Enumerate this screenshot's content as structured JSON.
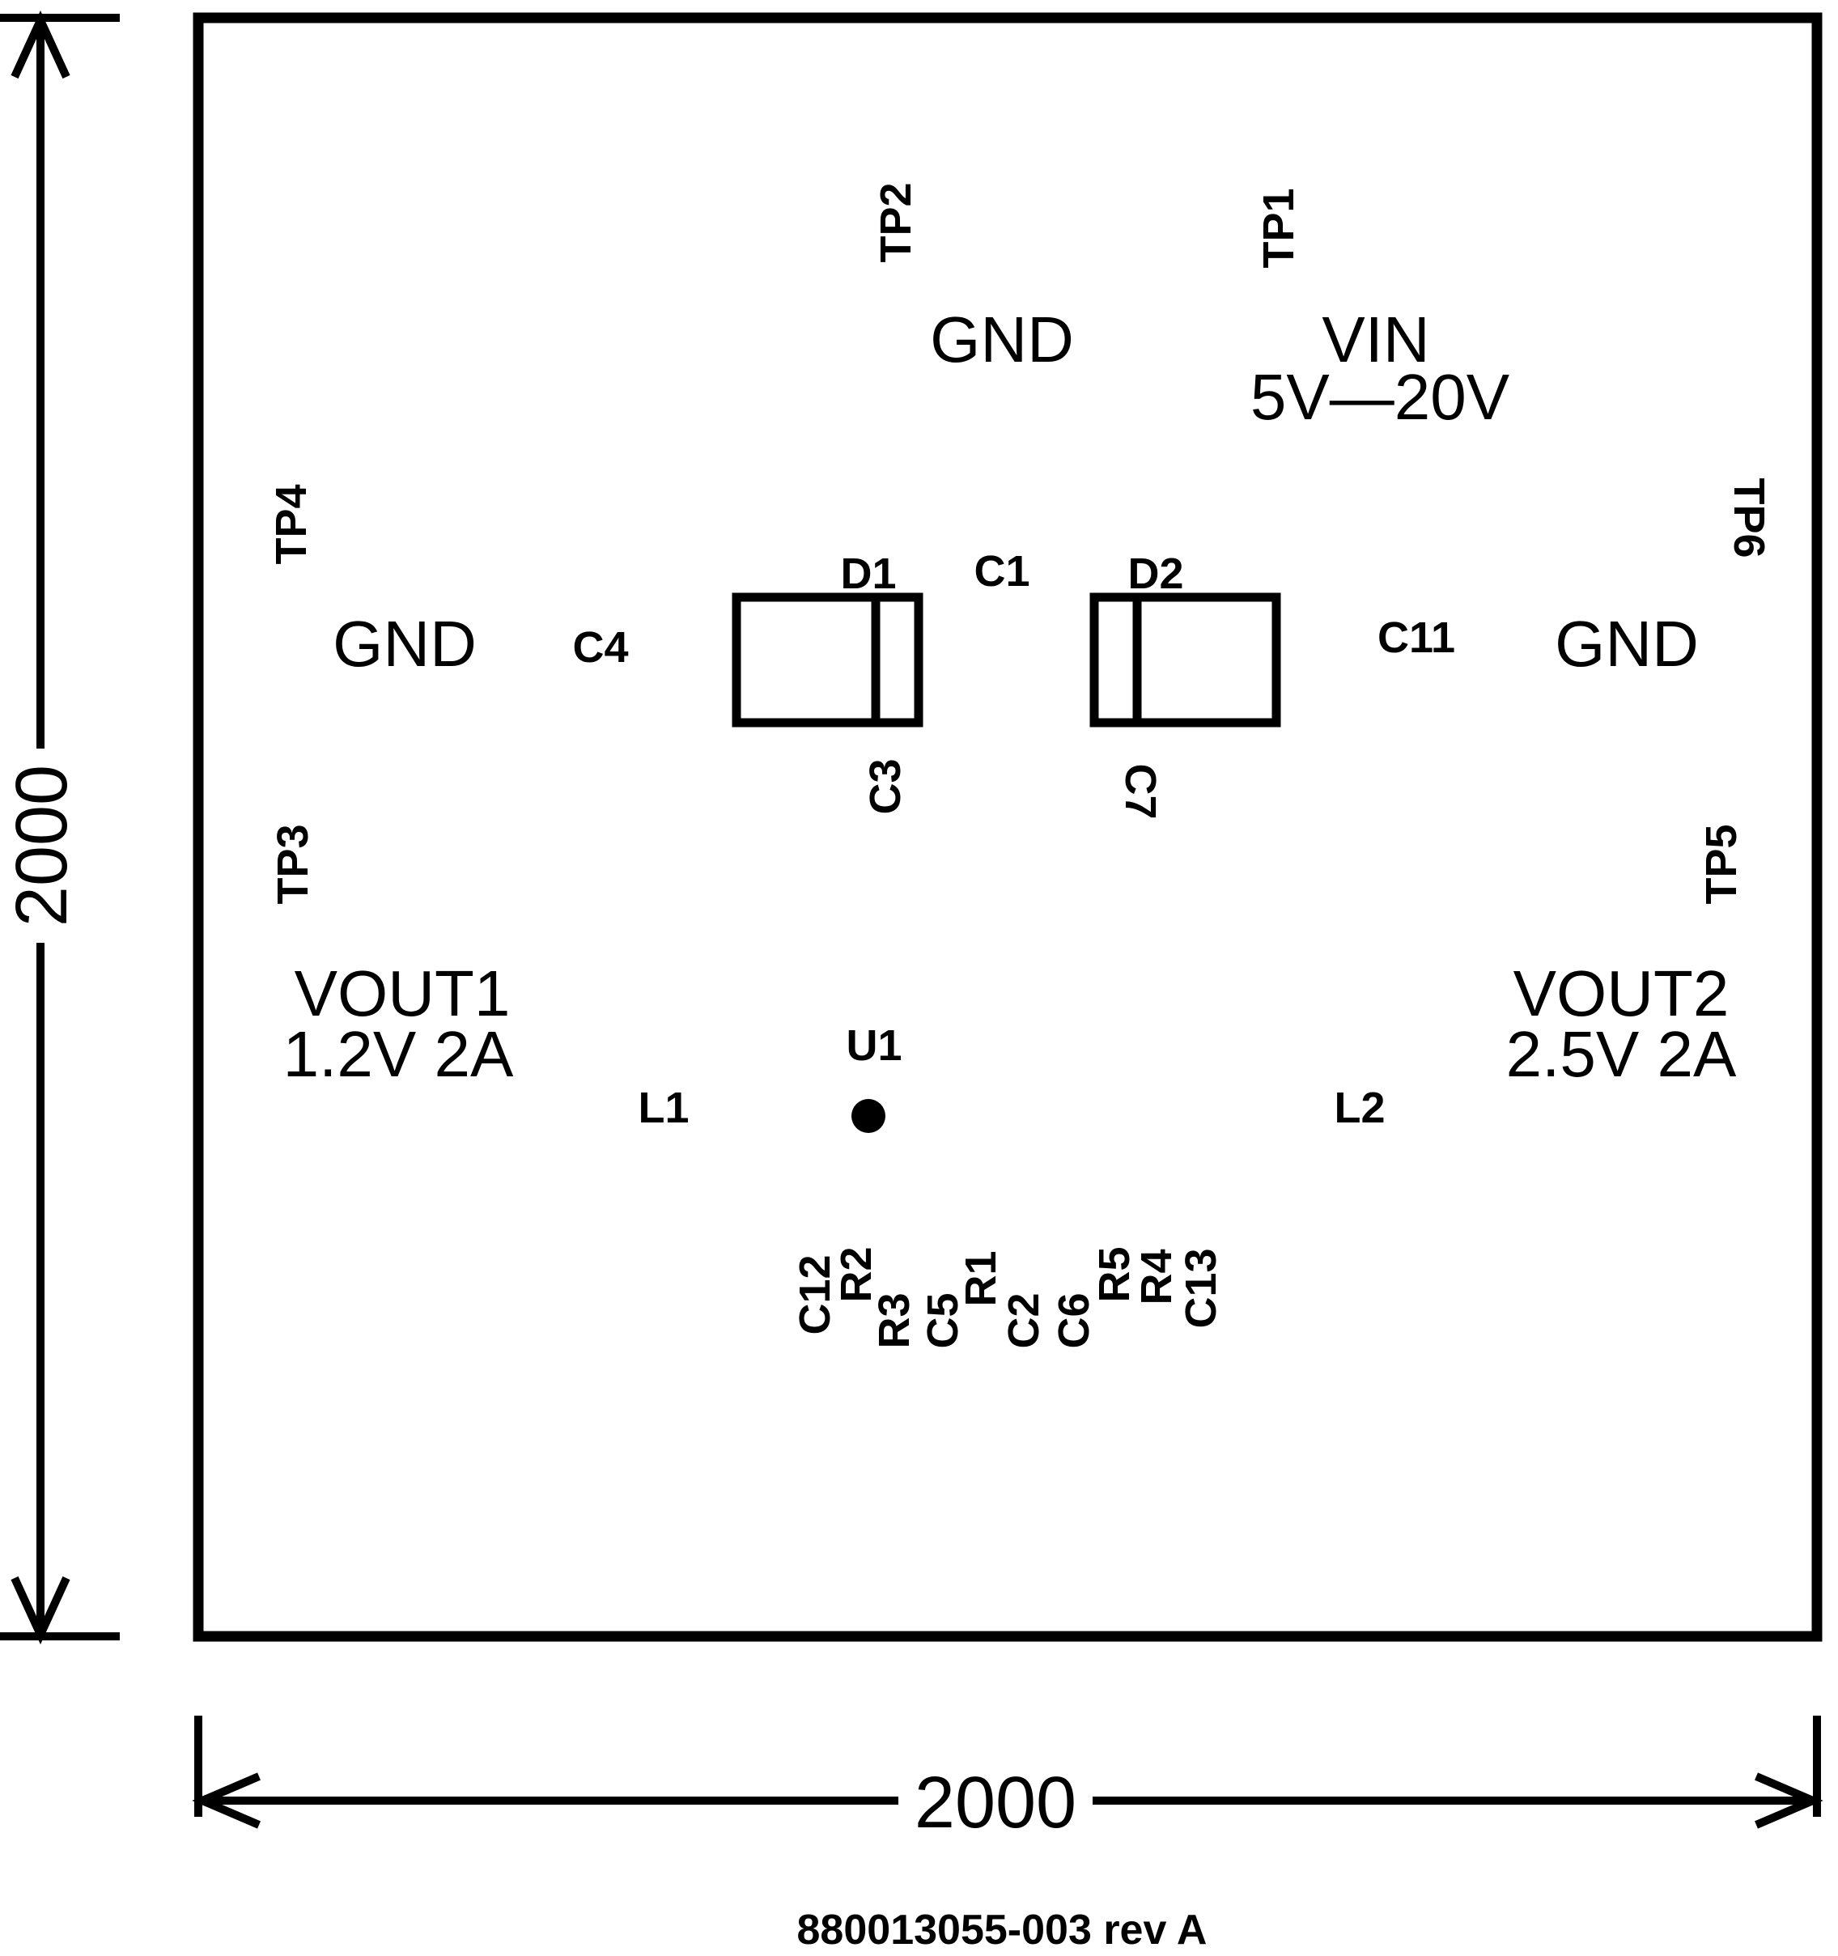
{
  "labels": {
    "tp1": "TP1",
    "tp2": "TP2",
    "tp3": "TP3",
    "tp4": "TP4",
    "tp5": "TP5",
    "tp6": "TP6",
    "gnd_top": "GND",
    "gnd_left": "GND",
    "gnd_right": "GND",
    "vin": "VIN",
    "vin_range": "5V—20V",
    "vout1": "VOUT1",
    "vout1_spec": "1.2V  2A",
    "vout2": "VOUT2",
    "vout2_spec": "2.5V  2A",
    "d1": "D1",
    "d2": "D2",
    "c1": "C1",
    "c4": "C4",
    "c11": "C11",
    "c3": "C3",
    "c7": "C7",
    "u1": "U1",
    "l1": "L1",
    "l2": "L2",
    "c12": "C12",
    "r2": "R2",
    "r3": "R3",
    "c5": "C5",
    "r1": "R1",
    "c2": "C2",
    "c6": "C6",
    "r5": "R5",
    "r4": "R4",
    "c13": "C13"
  },
  "dimensions": {
    "width_label": "2000",
    "height_label": "2000"
  },
  "footer": {
    "part_number": "880013055-003 rev A"
  }
}
